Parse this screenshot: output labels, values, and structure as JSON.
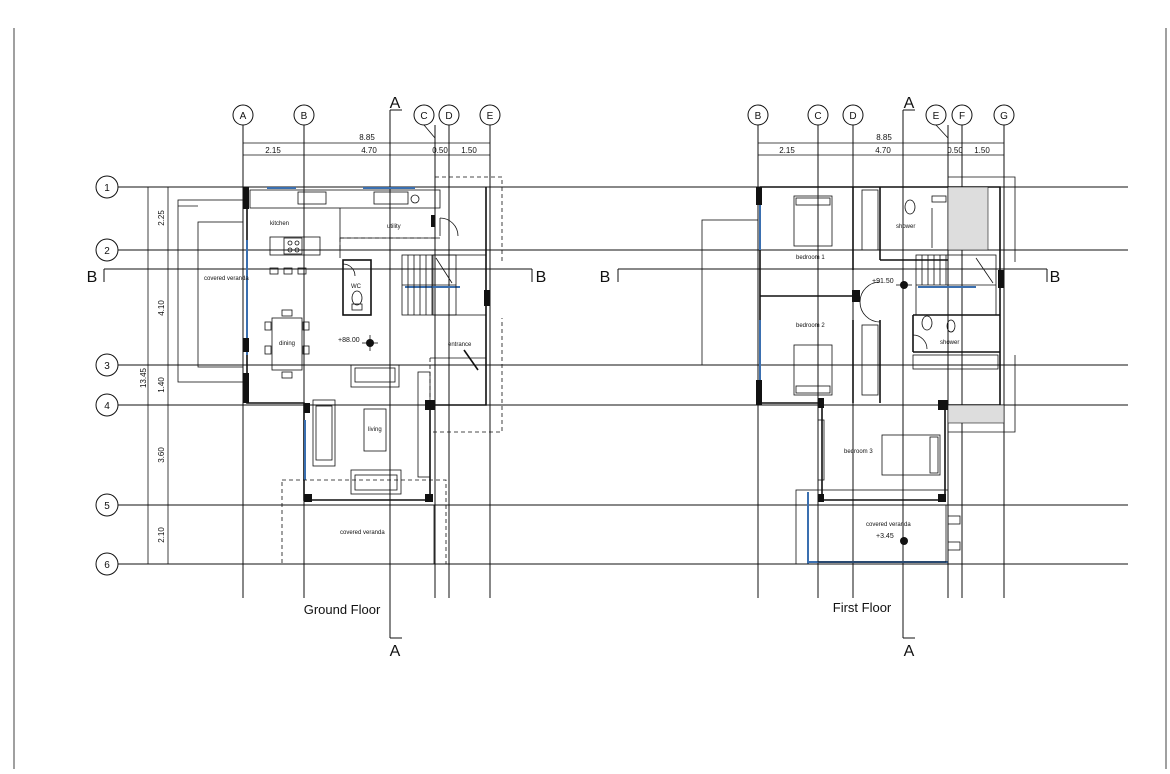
{
  "grid_letters_ground": [
    "A",
    "B",
    "C",
    "D",
    "E"
  ],
  "grid_letters_first": [
    "B",
    "C",
    "D",
    "E",
    "F",
    "G"
  ],
  "grid_numbers": [
    "1",
    "2",
    "3",
    "4",
    "5",
    "6"
  ],
  "section_marks": {
    "a": "A",
    "b": "B"
  },
  "dims_horizontal": {
    "overall": "8.85",
    "segments": [
      "2.15",
      "4.70",
      "0.50",
      "1.50"
    ]
  },
  "dims_vertical": {
    "overall": "13.45",
    "segments": [
      "2.25",
      "4.10",
      "1.40",
      "3.60",
      "2.10"
    ]
  },
  "ground_floor": {
    "title": "Ground Floor",
    "rooms": {
      "kitchen": "kitchen",
      "utility": "utility",
      "wc": "WC",
      "dining": "dining",
      "entrance": "entrance",
      "living": "living",
      "covered_veranda_side": "covered veranda",
      "covered_veranda_front": "covered veranda"
    },
    "level": "+88.00"
  },
  "first_floor": {
    "title": "First Floor",
    "rooms": {
      "bedroom1": "bedroom 1",
      "bedroom2": "bedroom 2",
      "bedroom3": "bedroom 3",
      "shower1": "shower",
      "shower2": "shower",
      "covered_veranda": "covered veranda"
    },
    "level_hall": "+91.50",
    "level_veranda": "+3.45"
  }
}
